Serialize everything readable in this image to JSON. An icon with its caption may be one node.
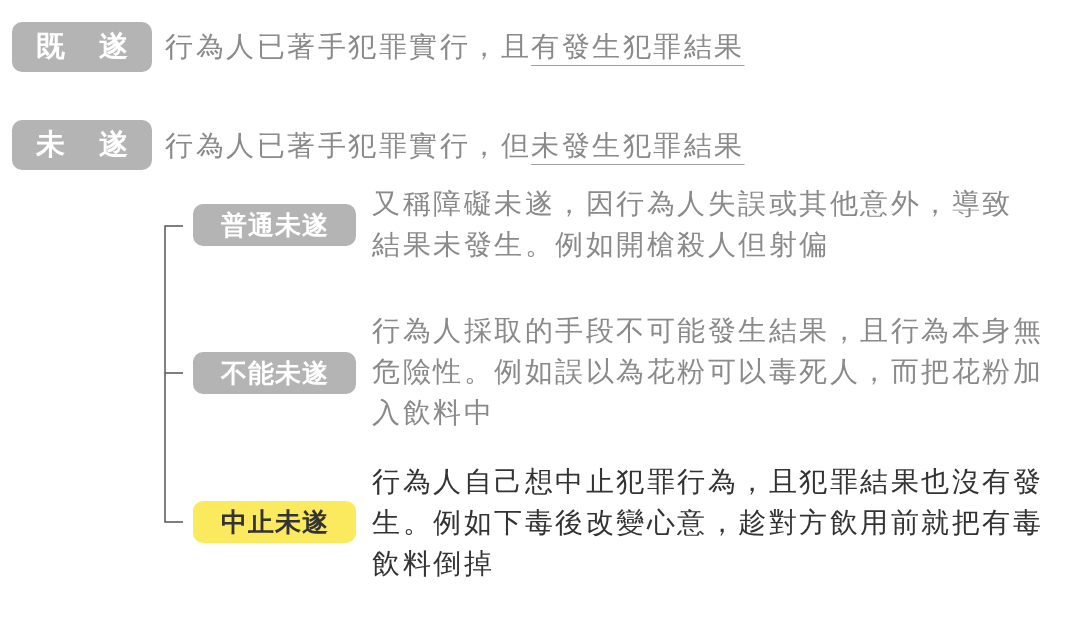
{
  "diagram": {
    "nodes": [
      {
        "text": [
          "既遂"
        ],
        "beside": [
          "行為人已著手犯罪實行，且有發生犯罪結果"
        ]
      },
      {
        "text": [
          "未遂"
        ],
        "beside": [
          "行為人已著手犯罪實行，但未發生犯罪結果"
        ]
      },
      {
        "text": [
          "普通未遂"
        ],
        "beside": [
          "又稱障礙未遂，因行為人失誤或其他意外，導致結果未發生。例如開槍殺人但射偏"
        ]
      },
      {
        "text": [
          "不能未遂"
        ],
        "beside": [
          "行為人採取的手段不可能發生結果，且行為本身無危險性。例如誤以為花粉可以毒死人，而把花粉加入飲料中"
        ]
      },
      {
        "text": [
          "中止未遂"
        ],
        "beside": [
          "行為人自己想中止犯罪行為，且犯罪結果也沒有發生。例如下毒後改變心意，趁對方飲用前就把有毒飲料倒掉"
        ]
      }
    ]
  }
}
